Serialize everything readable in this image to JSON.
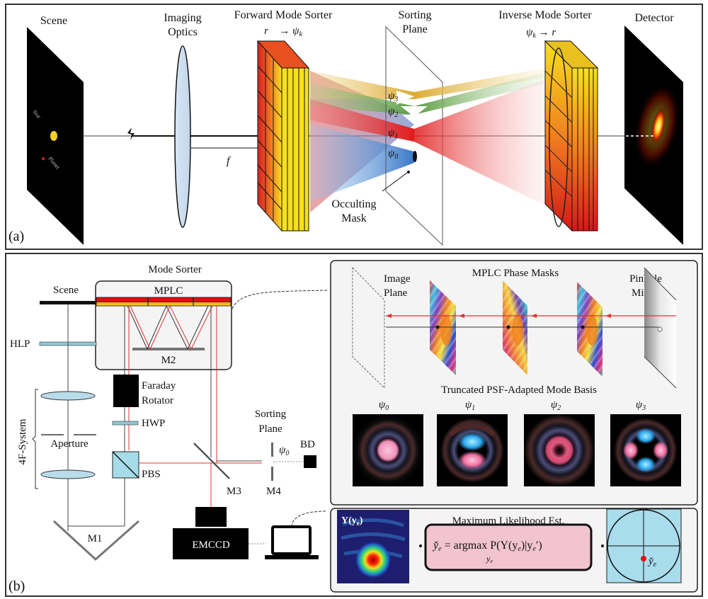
{
  "panel_a": {
    "label": "(a)",
    "scene": {
      "title": "Scene",
      "star_label": "Star",
      "planet_label": "Planet"
    },
    "optics": {
      "title_line1": "Imaging",
      "title_line2": "Optics",
      "focal_label": "f"
    },
    "forward_sorter": {
      "title": "Forward Mode Sorter",
      "mapping": "r⃗ → ψ",
      "mapping_sub": "k"
    },
    "sorting_plane": {
      "title_line1": "Sorting",
      "title_line2": "Plane"
    },
    "modes": [
      {
        "label": "ψ",
        "sub": "3",
        "color": "#e0b040"
      },
      {
        "label": "ψ",
        "sub": "2",
        "color": "#6aa84f"
      },
      {
        "label": "ψ",
        "sub": "1",
        "color": "#e02020"
      },
      {
        "label": "ψ",
        "sub": "0",
        "color": "#4a86c8"
      }
    ],
    "mask": {
      "line1": "Occulting",
      "line2": "Mask"
    },
    "inverse_sorter": {
      "title": "Inverse Mode Sorter",
      "mapping": "ψ",
      "mapping_sub": "k",
      "mapping_rest": " → r⃗"
    },
    "detector": {
      "title": "Detector"
    }
  },
  "panel_b": {
    "label": "(b)",
    "mode_sorter": {
      "title": "Mode Sorter",
      "mplc": "MPLC",
      "m2": "M2"
    },
    "components": {
      "scene": "Scene",
      "hlp": "HLP",
      "faraday_line1": "Faraday",
      "faraday_line2": "Rotator",
      "hwp": "HWP",
      "system": "4F-System",
      "aperture": "Aperture",
      "pbs": "PBS",
      "m1": "M1",
      "m3": "M3",
      "m4": "M4",
      "sorting_line1": "Sorting",
      "sorting_line2": "Plane",
      "psi0": "ψ",
      "psi0_sub": "0",
      "bd": "BD",
      "emccd": "EMCCD"
    },
    "phase_masks": {
      "title": "MPLC Phase Masks",
      "image_plane_line1": "Image",
      "image_plane_line2": "Plane",
      "pinhole_line1": "Pinhole",
      "pinhole_line2": "Mirror"
    },
    "mode_basis": {
      "title": "Truncated PSF-Adapted Mode Basis",
      "modes": [
        {
          "label": "ψ",
          "sub": "0"
        },
        {
          "label": "ψ",
          "sub": "1"
        },
        {
          "label": "ψ",
          "sub": "2"
        },
        {
          "label": "ψ",
          "sub": "3"
        }
      ]
    },
    "mle": {
      "title": "Maximum Likelihood Est.",
      "measurement_label": "Y(y",
      "measurement_sub": "e",
      "measurement_close": ")",
      "formula_lhs": "y̌",
      "formula_main": " = argmax P(Y(y",
      "formula_mid": ")|y",
      "formula_end": "′)",
      "formula_under": "y",
      "estimate_label": "y̌",
      "sub_e": "e"
    }
  },
  "colors": {
    "red_beam": "#e53030",
    "lens": "#b9dcea",
    "pbs": "#a6dce8",
    "formula_box": "#f2c4cf",
    "estimate_bg": "#a9dcec"
  }
}
